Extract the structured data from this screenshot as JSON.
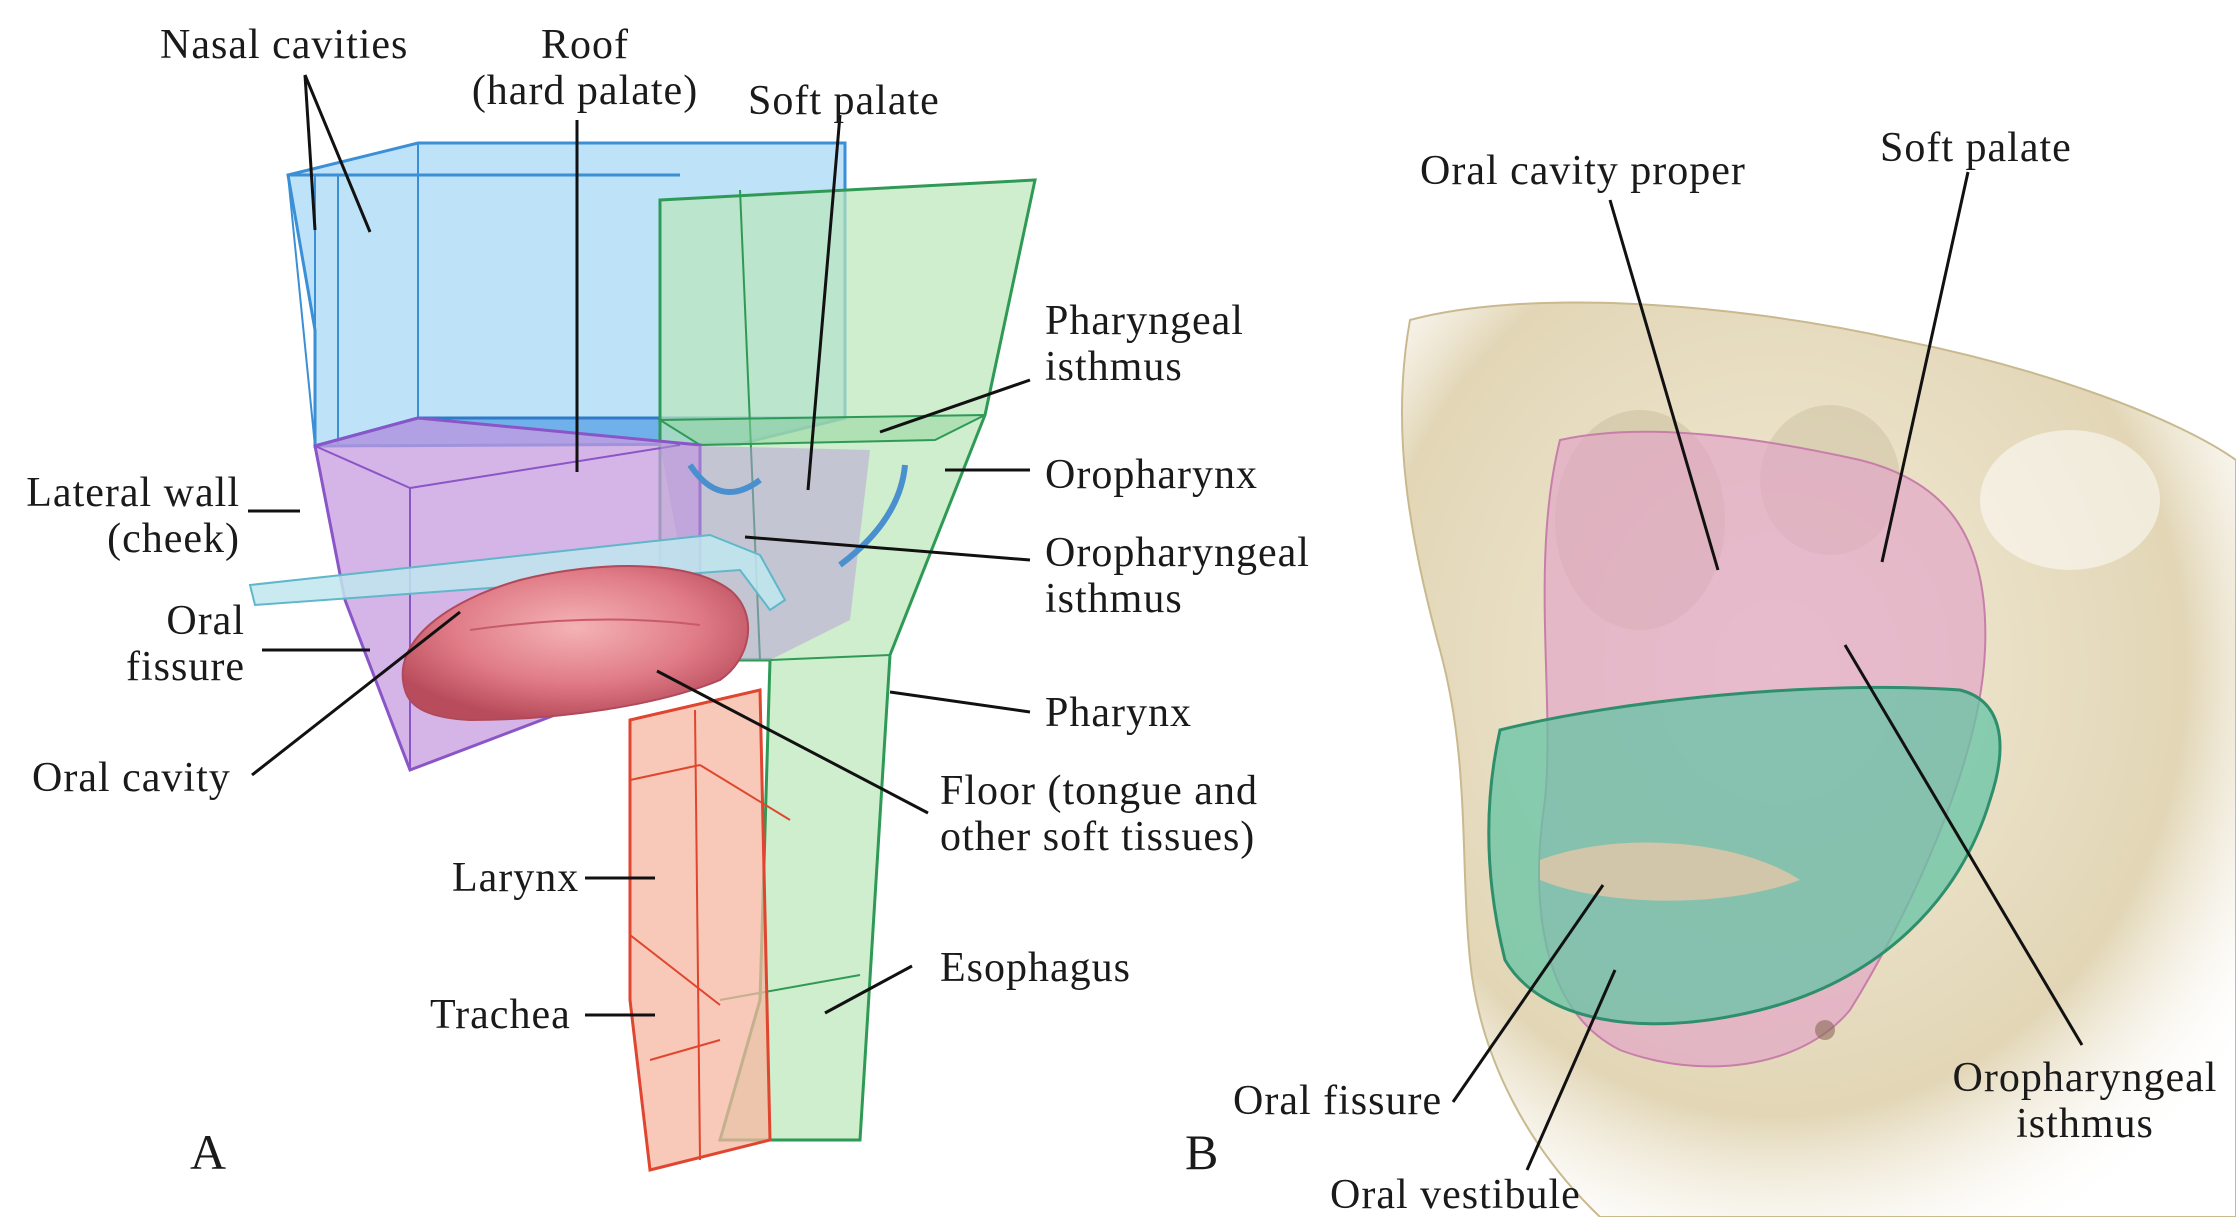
{
  "panel_a": {
    "letter": "A",
    "labels": {
      "nasal_cavities": "Nasal cavities",
      "roof_line1": "Roof",
      "roof_line2": "(hard palate)",
      "soft_palate": "Soft palate",
      "pharyngeal_isthmus_line1": "Pharyngeal",
      "pharyngeal_isthmus_line2": "isthmus",
      "oropharynx": "Oropharynx",
      "oropharyngeal_isthmus_line1": "Oropharyngeal",
      "oropharyngeal_isthmus_line2": "isthmus",
      "lateral_wall_line1": "Lateral wall",
      "lateral_wall_line2": "(cheek)",
      "oral_fissure_line1": "Oral",
      "oral_fissure_line2": "fissure",
      "oral_cavity": "Oral cavity",
      "pharynx": "Pharynx",
      "floor_line1": "Floor (tongue and",
      "floor_line2": "other soft tissues)",
      "larynx": "Larynx",
      "trachea": "Trachea",
      "esophagus": "Esophagus"
    }
  },
  "panel_b": {
    "letter": "B",
    "labels": {
      "oral_cavity_proper": "Oral cavity proper",
      "soft_palate": "Soft palate",
      "oral_fissure": "Oral fissure",
      "oral_vestibule": "Oral vestibule",
      "oropharyngeal_isthmus_line1": "Oropharyngeal",
      "oropharyngeal_isthmus_line2": "isthmus"
    }
  },
  "colors": {
    "nasal_blue": "#9fd3f2",
    "oral_purple": "#c79be0",
    "pharynx_green": "#b7e6b8",
    "larynx_red": "#f0a488",
    "tongue_pink": "#e07b86",
    "bone": "#e8dfc8",
    "teeth_green": "#7fcf9f"
  }
}
